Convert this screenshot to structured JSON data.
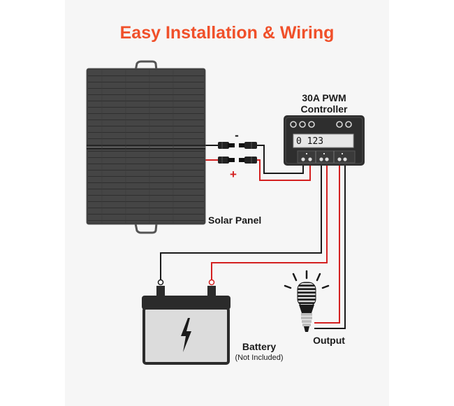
{
  "title": "Easy Installation & Wiring",
  "labels": {
    "controller_line1": "30A PWM",
    "controller_line2": "Controller",
    "solar_panel": "Solar Panel",
    "battery": "Battery",
    "battery_note": "(Not Included)",
    "output": "Output",
    "negative_sign": "-",
    "positive_sign": "+"
  },
  "controller_display": "0 123",
  "colors": {
    "title": "#f0502a",
    "positive_wire": "#d42020",
    "negative_wire": "#1a1a1a",
    "panel": "#404040",
    "controller": "#2e2e2e",
    "battery_body": "#dcdcdc",
    "battery_top": "#2b2b2b"
  }
}
